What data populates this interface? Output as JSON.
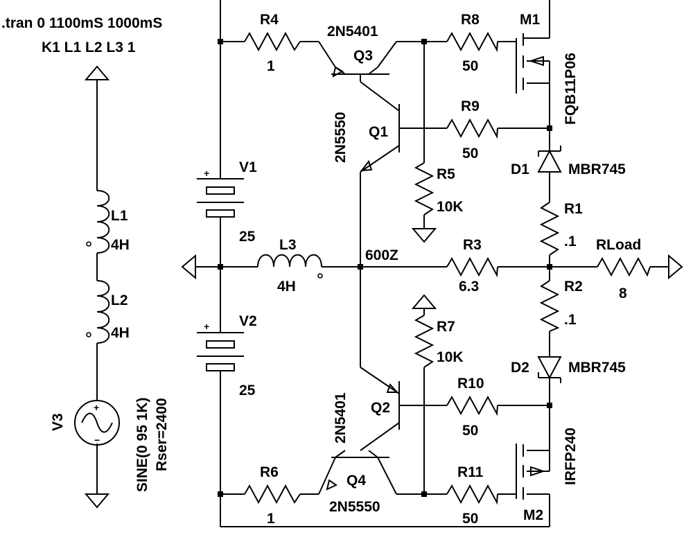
{
  "directives": {
    "tran": ".tran 0 1100mS 1000mS",
    "coupling": "K1 L1 L2 L3 1"
  },
  "components": {
    "R4": {
      "name": "R4",
      "value": "1"
    },
    "R6": {
      "name": "R6",
      "value": "1"
    },
    "R8": {
      "name": "R8",
      "value": "50"
    },
    "R9": {
      "name": "R9",
      "value": "50"
    },
    "R10": {
      "name": "R10",
      "value": "50"
    },
    "R11": {
      "name": "R11",
      "value": "50"
    },
    "R5": {
      "name": "R5",
      "value": "10K"
    },
    "R7": {
      "name": "R7",
      "value": "10K"
    },
    "R3": {
      "name": "R3",
      "value": "6.3",
      "note": "600Z"
    },
    "R1": {
      "name": "R1",
      "value": ".1"
    },
    "R2": {
      "name": "R2",
      "value": ".1"
    },
    "RLoad": {
      "name": "RLoad",
      "value": "8"
    },
    "Q1": {
      "name": "Q1",
      "part": "2N5550"
    },
    "Q2": {
      "name": "Q2",
      "part": "2N5401"
    },
    "Q3": {
      "name": "Q3",
      "part": "2N5401"
    },
    "Q4": {
      "name": "Q4",
      "part": "2N5550"
    },
    "M1": {
      "name": "M1",
      "part": "FQB11P06"
    },
    "M2": {
      "name": "M2",
      "part": "IRFP240"
    },
    "D1": {
      "name": "D1",
      "part": "MBR745"
    },
    "D2": {
      "name": "D2",
      "part": "MBR745"
    },
    "V1": {
      "name": "V1",
      "value": "25"
    },
    "V2": {
      "name": "V2",
      "value": "25"
    },
    "V3": {
      "name": "V3",
      "value": "SINE(0 95 1K)",
      "rser": "Rser=2400"
    },
    "L1": {
      "name": "L1",
      "value": "4H"
    },
    "L2": {
      "name": "L2",
      "value": "4H"
    },
    "L3": {
      "name": "L3",
      "value": "4H"
    }
  }
}
